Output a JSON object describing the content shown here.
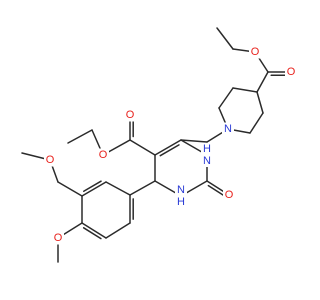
{
  "colors": {
    "bond": "#2b2b2b",
    "oxygen": "#e8231e",
    "nitrogen": "#2a3bd6",
    "background": "#ffffff"
  },
  "labels": {
    "o_pip_carbonyl": "O",
    "o_pip_ester": "O",
    "n_piperidine": "N",
    "o_c5_carbonyl": "O",
    "o_c5_ester": "O",
    "nh_upper": "H\nN",
    "nh_lower": "N\nH",
    "o_urea": "O",
    "o_methoxymethyl": "O",
    "o_methoxy": "O"
  }
}
